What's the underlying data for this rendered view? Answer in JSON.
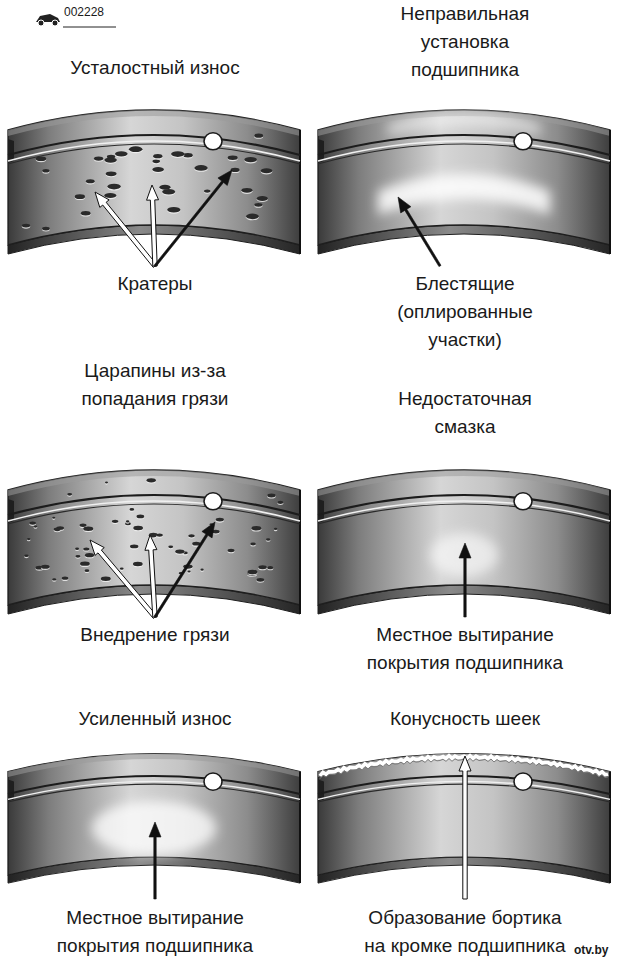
{
  "diagram": {
    "labels": [
      "002228",
      "Усталостный износ",
      "Неправильная установка подшипника",
      "Кратеры",
      "Блестящие (оплированные участки)",
      "Царапины из-за попадания грязи",
      "Недостаточная смазка",
      "Внедрение грязи",
      "Местное вытирание покрытия подшипника",
      "Усиленный износ",
      "Конусность шеек",
      "Местное вытирание покрытия подшипника",
      "Образование бортика на кромке подшипника",
      "otv.by"
    ]
  }
}
